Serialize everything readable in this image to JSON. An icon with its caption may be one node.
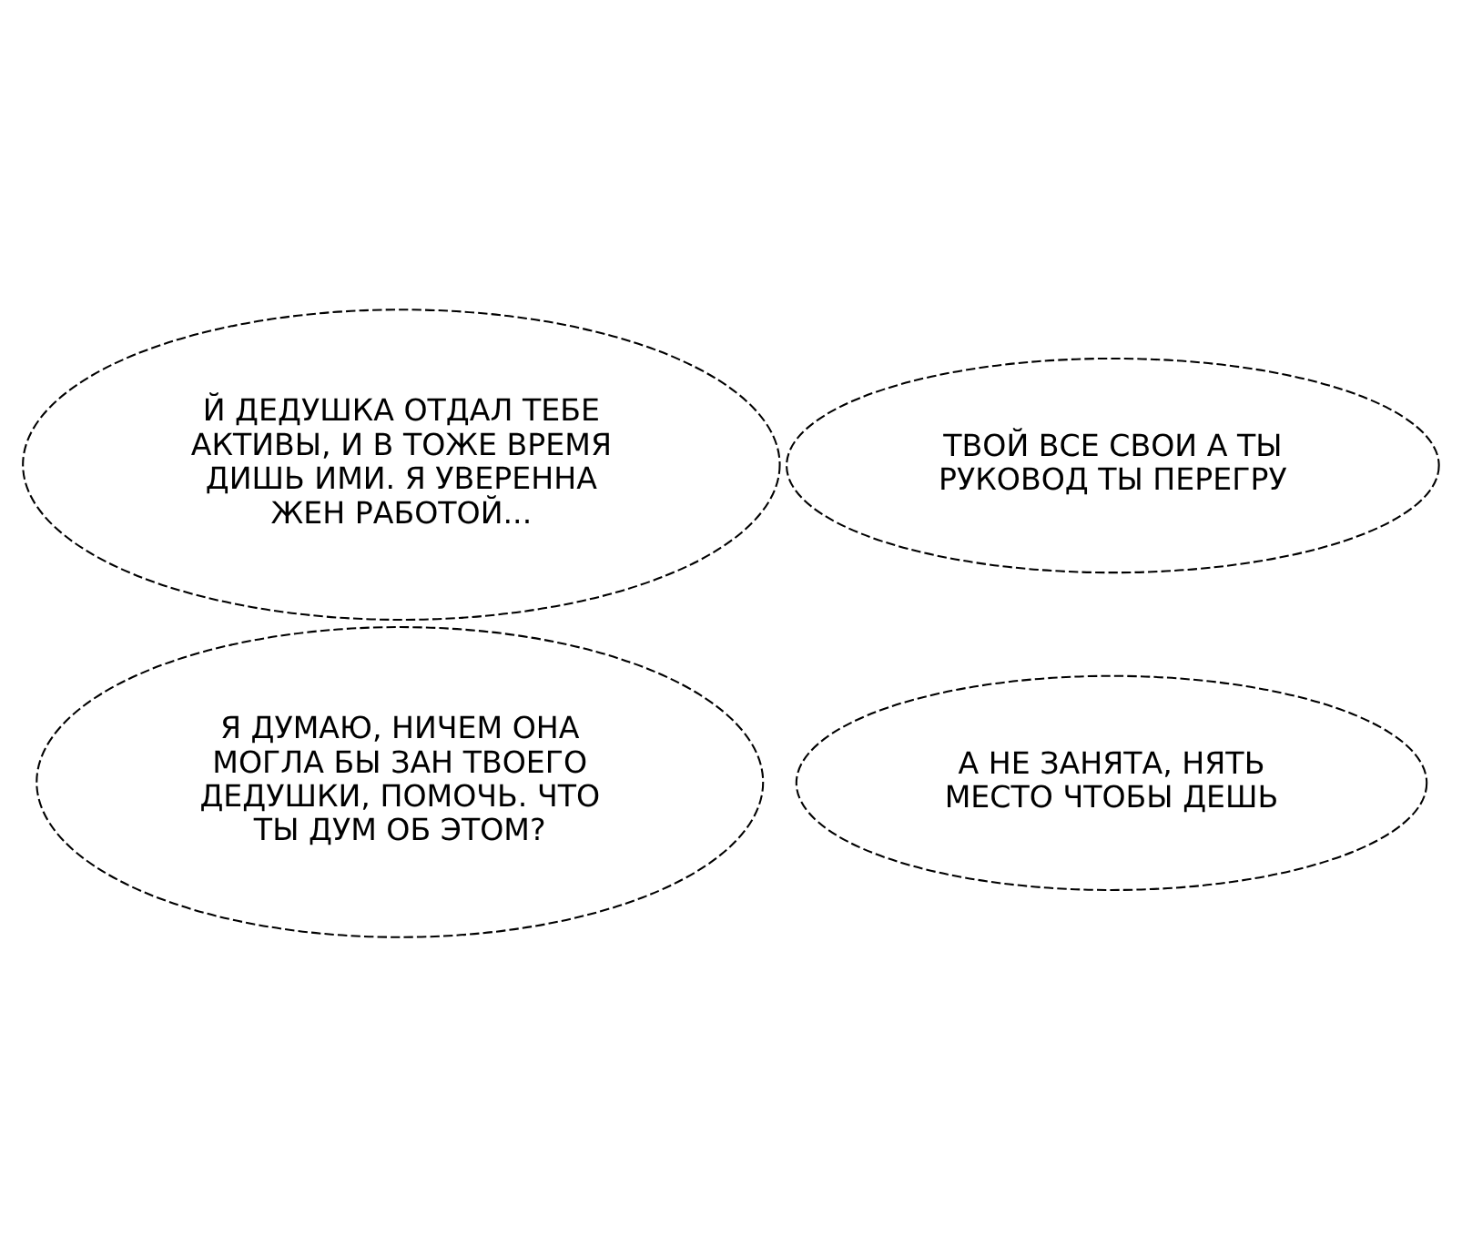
{
  "diagram": {
    "nodes": [
      {
        "text": [
          "Й ДЕДУШКА ОТДАЛ ТЕБЕ АКТИВЫ, И В ТОЖЕ ВРЕМЯ ДИШЬ ИМИ. Я УВЕРЕННА ЖЕН РАБОТОЙ..."
        ]
      },
      {
        "text": [
          "ТВОЙ ВСЕ СВОИ А ТЫ РУКОВОД ТЫ ПЕРЕГРУ"
        ]
      },
      {
        "text": [
          "А НЕ ЗАНЯТА, НЯТЬ МЕСТО ЧТОБЫ ДЕШЬ"
        ]
      },
      {
        "text": [
          "Я ДУМАЮ, НИЧЕМ ОНА МОГЛА БЫ ЗАН ТВОЕГО ДЕДУШКИ, ПОМОЧЬ. ЧТО ТЫ ДУМ ОБ ЭТОМ?"
        ]
      }
    ]
  }
}
